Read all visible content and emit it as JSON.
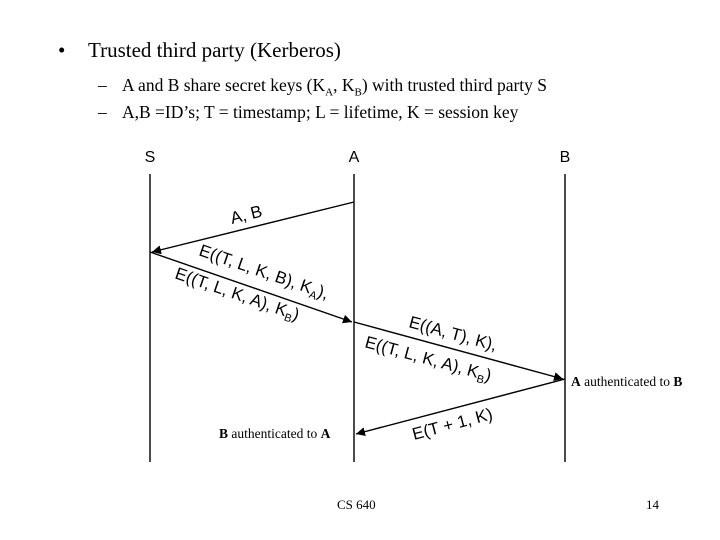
{
  "bullet": {
    "symbol": "•",
    "text": "Trusted third party (Kerberos)"
  },
  "subbullets": {
    "dash": "–",
    "line1": {
      "pre": "A and B share secret keys (K",
      "sub1": "A",
      "mid": ", K",
      "sub2": "B",
      "post": ") with trusted third party S"
    },
    "line2": "A,B =ID’s; T = timestamp; L = lifetime, K = session key"
  },
  "diagram": {
    "lifelines": {
      "s": "S",
      "a": "A",
      "b": "B"
    },
    "msg1": {
      "label": "A, B"
    },
    "msg2": {
      "line1": {
        "pre": "E((T, L, K, B), K",
        "sub": "A",
        "post": "),"
      },
      "line2": {
        "pre": "E((T, L, K, A), K",
        "sub": "B",
        "post": ")"
      }
    },
    "msg3": {
      "line1": "E((A, T), K),",
      "line2": {
        "pre": "E((T, L, K, A), K",
        "sub": "B",
        "post": ")"
      }
    },
    "msg4": {
      "label": "E(T + 1, K)"
    },
    "note_b": {
      "bold": "A",
      "rest": " authenticated to ",
      "bold2": "B"
    },
    "note_a": {
      "bold": "B",
      "rest": " authenticated to ",
      "bold2": "A"
    }
  },
  "footer": {
    "course": "CS 640",
    "page": "14"
  }
}
